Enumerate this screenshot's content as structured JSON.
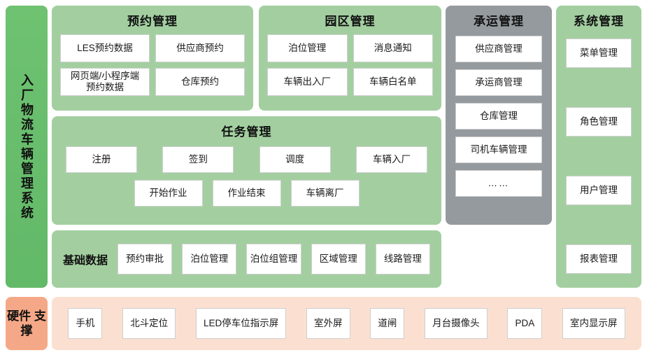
{
  "brand": {
    "title": "入厂物流车辆管理系统"
  },
  "booking": {
    "title": "预约管理",
    "tiles": [
      "LES预约数据",
      "供应商预约",
      "网页端/小程序端\n预约数据",
      "仓库预约"
    ]
  },
  "park": {
    "title": "园区管理",
    "tiles": [
      "泊位管理",
      "消息通知",
      "车辆出入厂",
      "车辆白名单"
    ]
  },
  "task": {
    "title": "任务管理",
    "row1": [
      "注册",
      "签到",
      "调度",
      "车辆入厂"
    ],
    "row2": [
      "开始作业",
      "作业结束",
      "车辆离厂"
    ]
  },
  "basic": {
    "label": "基础数据",
    "tiles": [
      "预约审批",
      "泊位管理",
      "泊位组管理",
      "区域管理",
      "线路管理"
    ]
  },
  "carrier": {
    "title": "承运管理",
    "tiles": [
      "供应商管理",
      "承运商管理",
      "仓库管理",
      "司机车辆管理",
      "……"
    ]
  },
  "system": {
    "title": "系统管理",
    "tiles": [
      "菜单管理",
      "角色管理",
      "用户管理",
      "报表管理"
    ]
  },
  "hardware": {
    "label": "硬件\n支撑",
    "tiles": [
      "手机",
      "北斗定位",
      "LED停车位指示屏",
      "室外屏",
      "道闸",
      "月台摄像头",
      "PDA",
      "室内显示屏"
    ]
  },
  "colors": {
    "brand_green": "#6ec271",
    "panel_green": "#a3cfa0",
    "panel_gray": "#949a9e",
    "hw_label_orange": "#f5a887",
    "hw_strip_peach": "#fbe0d1",
    "tile_white": "#ffffff"
  }
}
